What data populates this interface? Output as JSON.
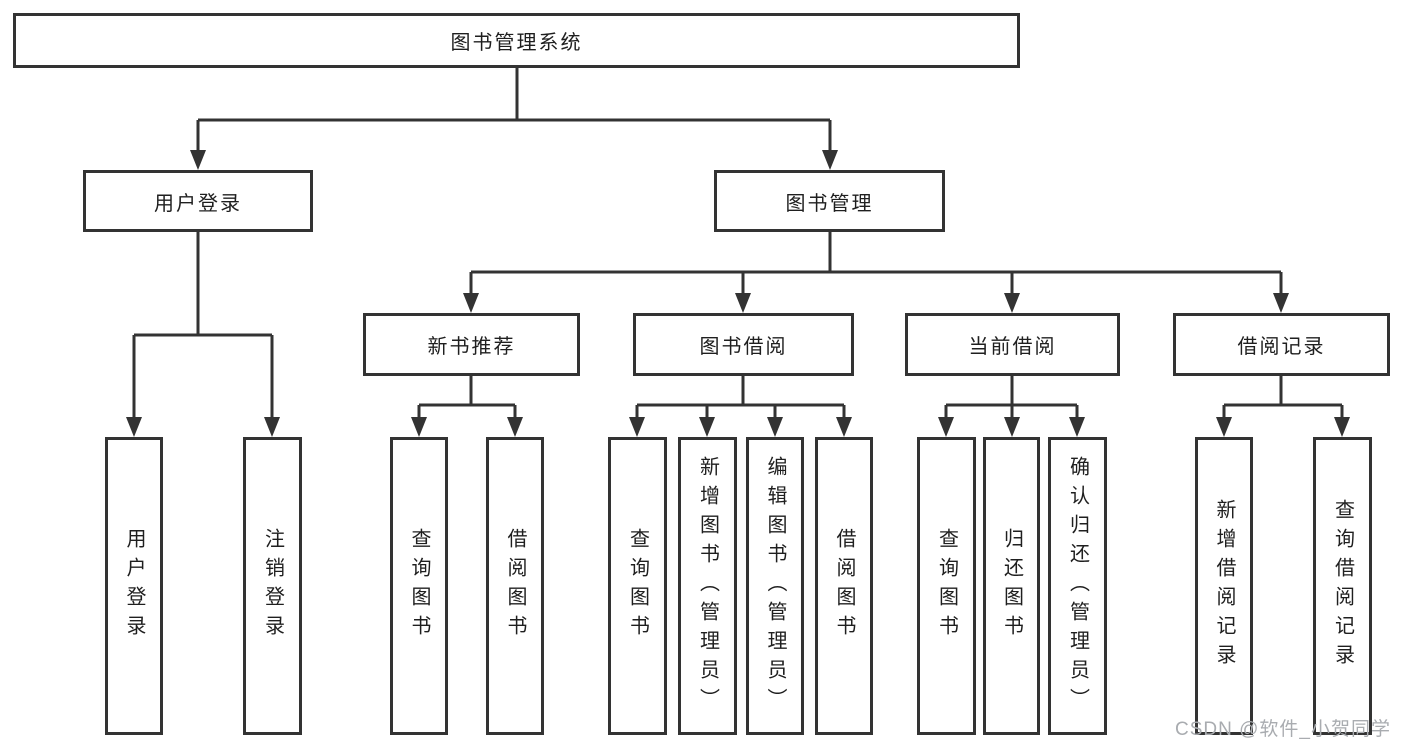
{
  "diagram": {
    "tree": {
      "label": "图书管理系统",
      "children": [
        {
          "label": "用户登录",
          "children": [
            {
              "label": "用户登录"
            },
            {
              "label": "注销登录"
            }
          ]
        },
        {
          "label": "图书管理",
          "children": [
            {
              "label": "新书推荐",
              "children": [
                {
                  "label": "查询图书"
                },
                {
                  "label": "借阅图书"
                }
              ]
            },
            {
              "label": "图书借阅",
              "children": [
                {
                  "label": "查询图书"
                },
                {
                  "label": "新增图书（管理员）"
                },
                {
                  "label": "编辑图书（管理员）"
                },
                {
                  "label": "借阅图书"
                }
              ]
            },
            {
              "label": "当前借阅",
              "children": [
                {
                  "label": "查询图书"
                },
                {
                  "label": "归还图书"
                },
                {
                  "label": "确认归还（管理员）"
                }
              ]
            },
            {
              "label": "借阅记录",
              "children": [
                {
                  "label": "新增借阅记录"
                },
                {
                  "label": "查询借阅记录"
                }
              ]
            }
          ]
        }
      ]
    },
    "colors": {
      "line": "#333333",
      "text": "#1f1f1f",
      "background": "#ffffff",
      "watermark": "#a9acb0"
    }
  },
  "watermark": {
    "text": "CSDN @软件_小贺同学"
  }
}
